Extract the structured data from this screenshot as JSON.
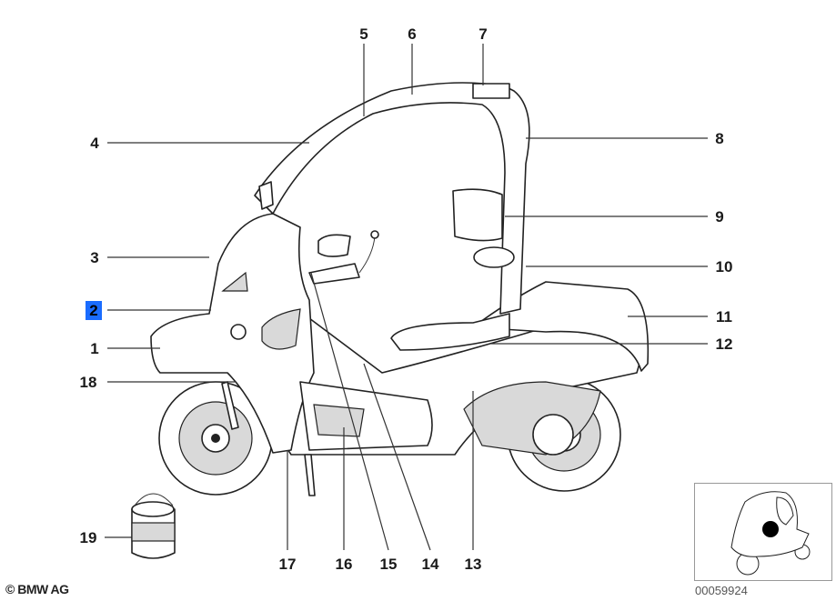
{
  "diagram": {
    "callouts": [
      "1",
      "2",
      "3",
      "4",
      "5",
      "6",
      "7",
      "8",
      "9",
      "10",
      "11",
      "12",
      "13",
      "14",
      "15",
      "16",
      "17",
      "18",
      "19"
    ],
    "selected_callout": "2",
    "highlight_color": "#1a6cff"
  },
  "footer": {
    "copyright": "© BMW AG",
    "image_number": "00059924"
  }
}
